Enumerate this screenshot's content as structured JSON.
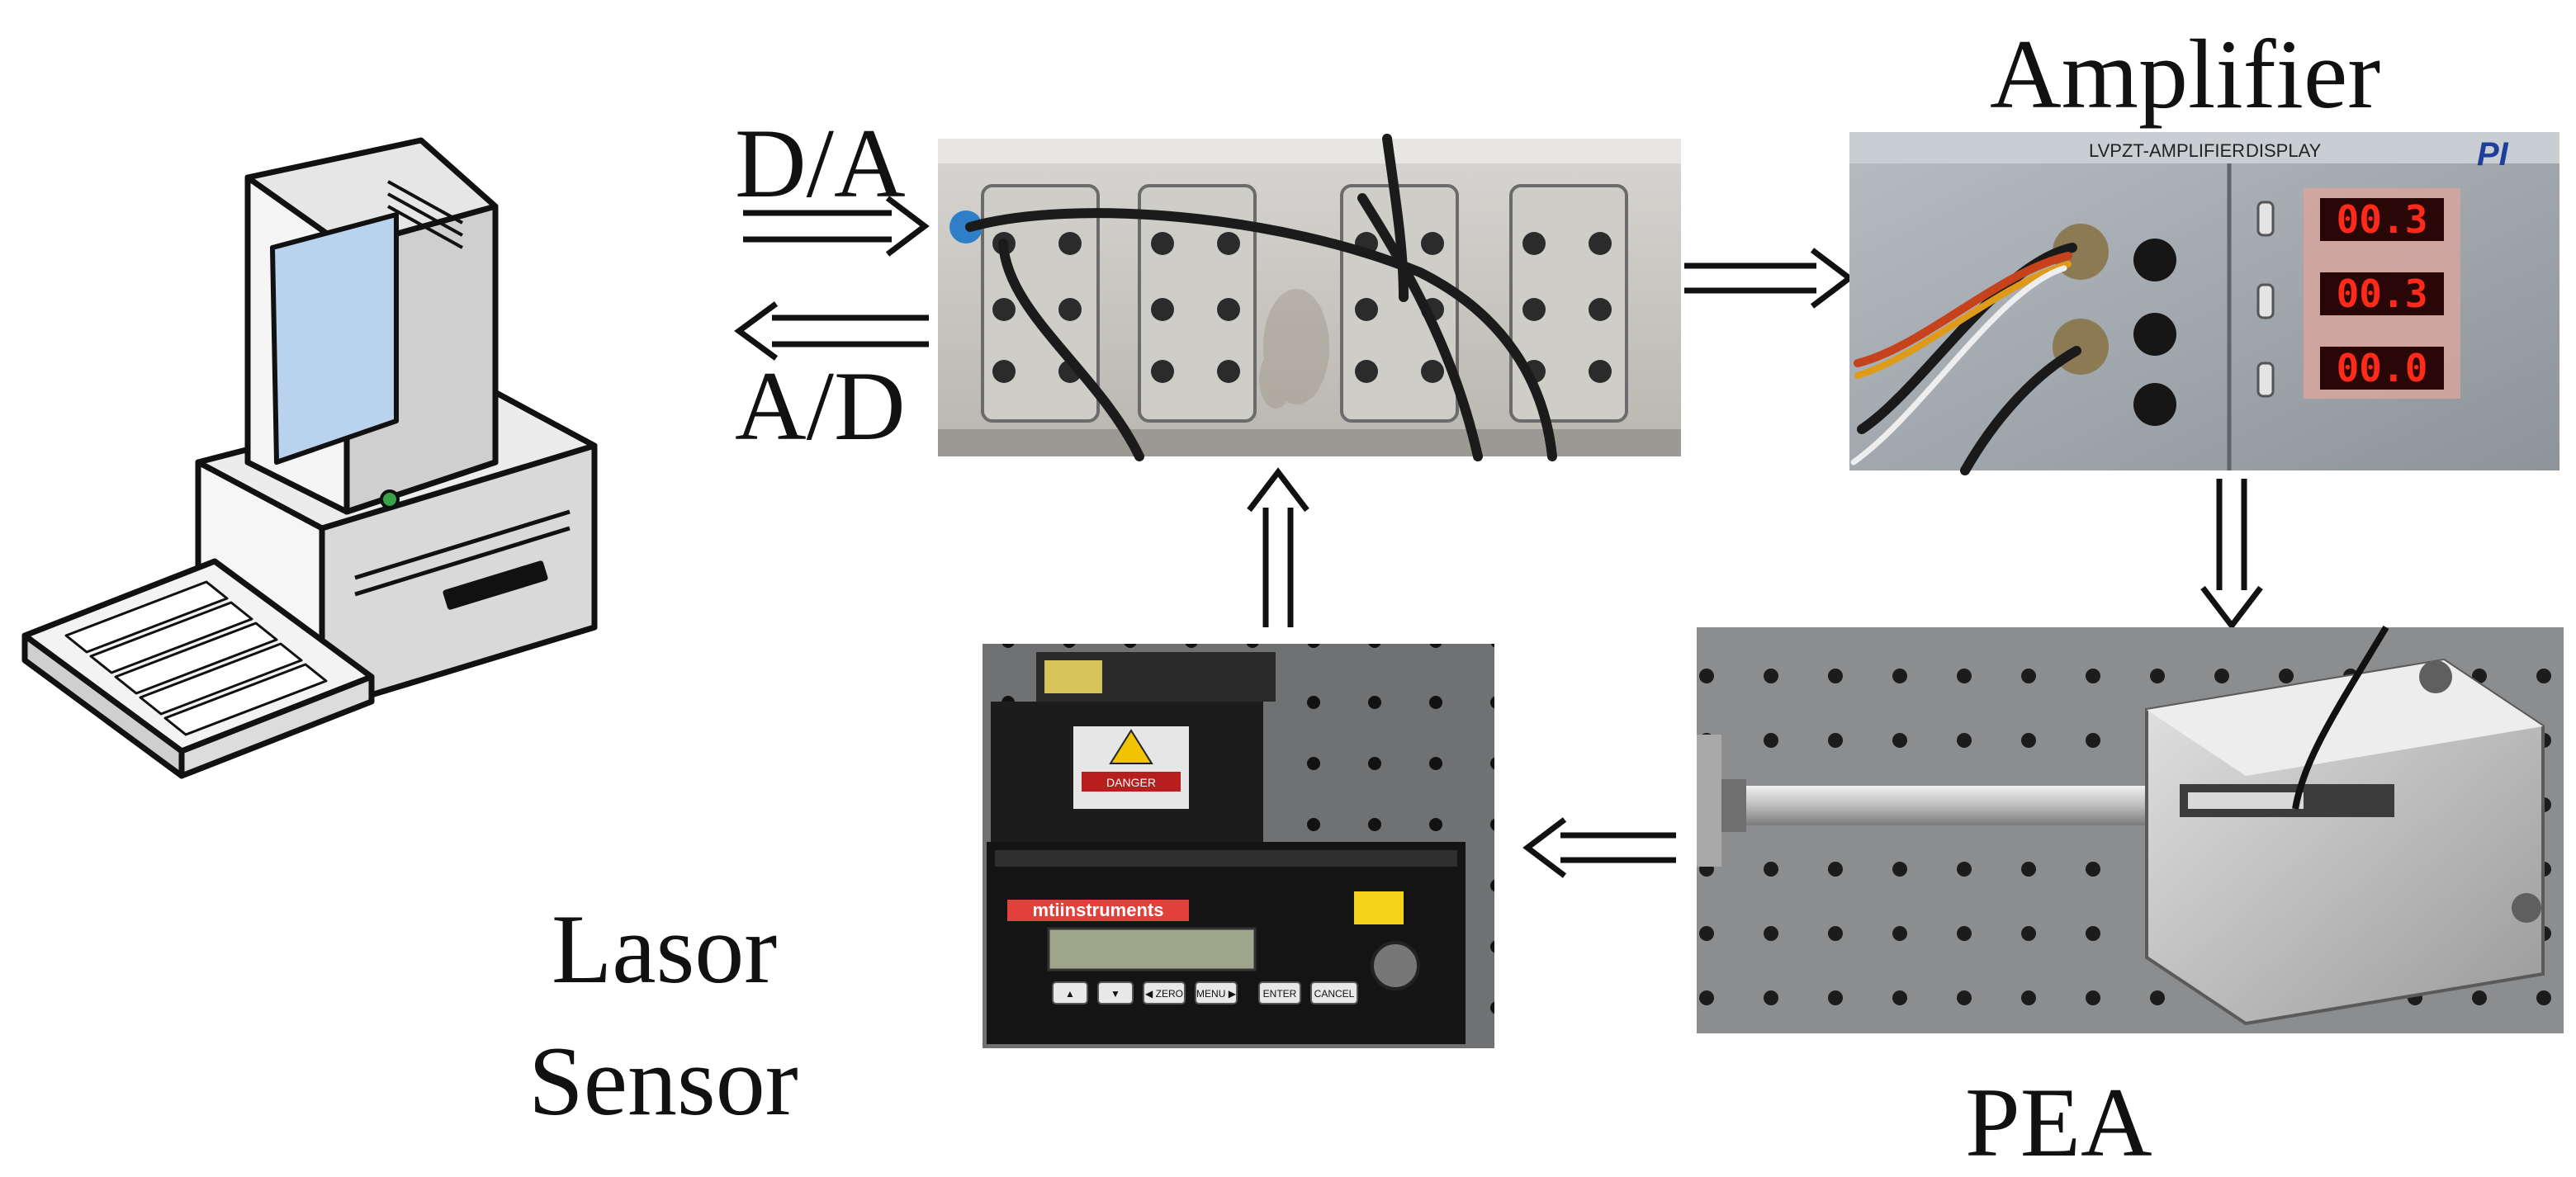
{
  "labels": {
    "da": "D/A",
    "ad": "A/D",
    "amplifier": "Amplifier",
    "laser_line1": "Lasor",
    "laser_line2": "Sensor",
    "pea": "PEA"
  },
  "amplifier_display": {
    "brand": "PI",
    "model": "LVPZT-AMPLIFIER",
    "display_title": "DISPLAY",
    "readouts": [
      "00.3",
      "00.3",
      "00.0"
    ]
  },
  "laser_sensor": {
    "brand": "mtiinstruments",
    "buttons": [
      "▲",
      "▼",
      "◀ ZERO",
      "MENU ▶",
      "ENTER",
      "CANCEL"
    ],
    "warning": "DANGER"
  },
  "colors": {
    "arrow": "#111111",
    "display_red": "#ff2a1a",
    "optical_table": "#8a8c8e"
  }
}
